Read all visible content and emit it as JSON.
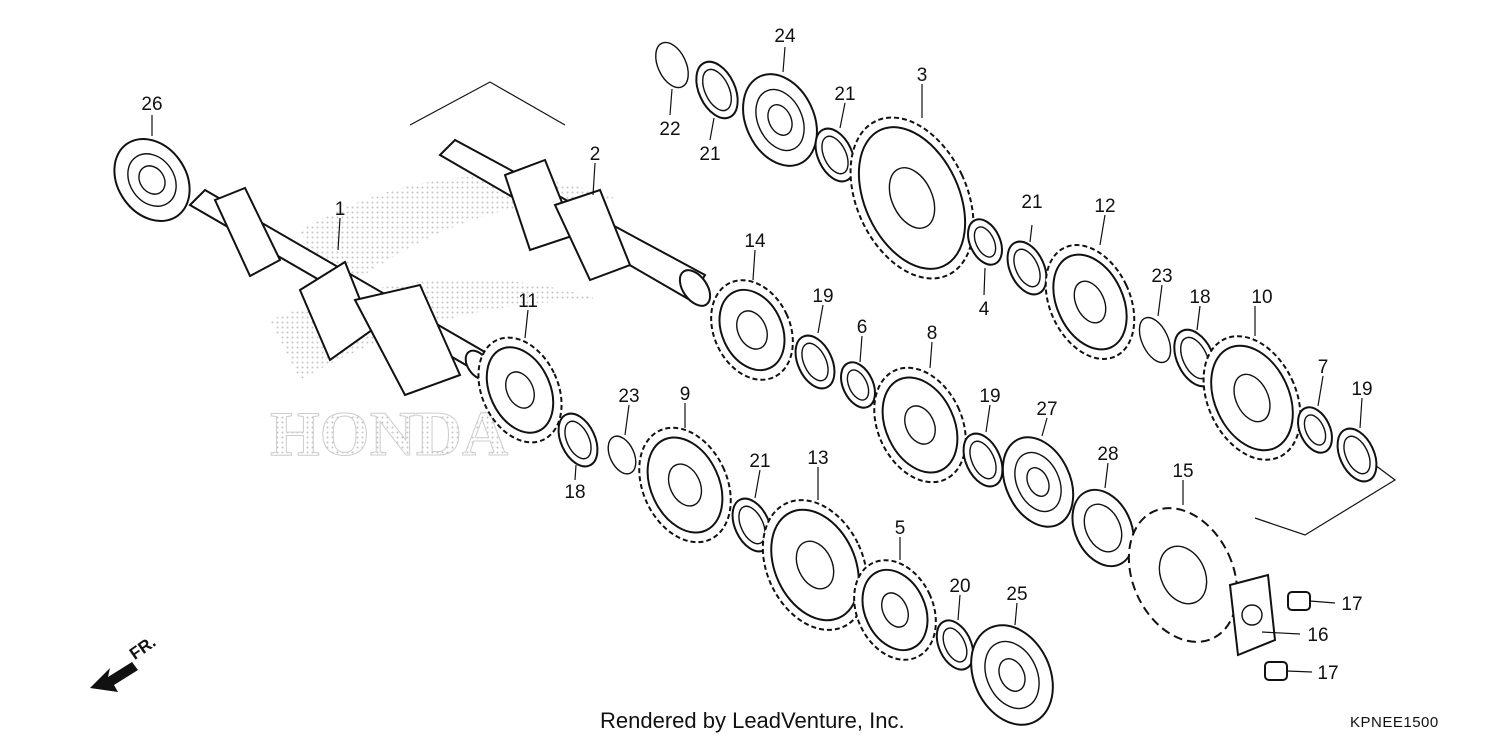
{
  "diagram": {
    "watermark_text": "HONDA",
    "direction_label": "FR.",
    "credit": "Rendered by LeadVenture, Inc.",
    "code": "KPNEE1500"
  },
  "callouts": {
    "c1": "1",
    "c2": "2",
    "c3": "3",
    "c4": "4",
    "c5": "5",
    "c6": "6",
    "c7": "7",
    "c8": "8",
    "c9": "9",
    "c10": "10",
    "c11": "11",
    "c12": "12",
    "c13": "13",
    "c14": "14",
    "c15": "15",
    "c16": "16",
    "c17a": "17",
    "c17b": "17",
    "c18a": "18",
    "c18b": "18",
    "c19a": "19",
    "c19b": "19",
    "c19c": "19",
    "c20": "20",
    "c21a": "21",
    "c21b": "21",
    "c21c": "21",
    "c21d": "21",
    "c22": "22",
    "c23a": "23",
    "c23b": "23",
    "c24": "24",
    "c25": "25",
    "c26": "26",
    "c27": "27",
    "c28": "28"
  }
}
